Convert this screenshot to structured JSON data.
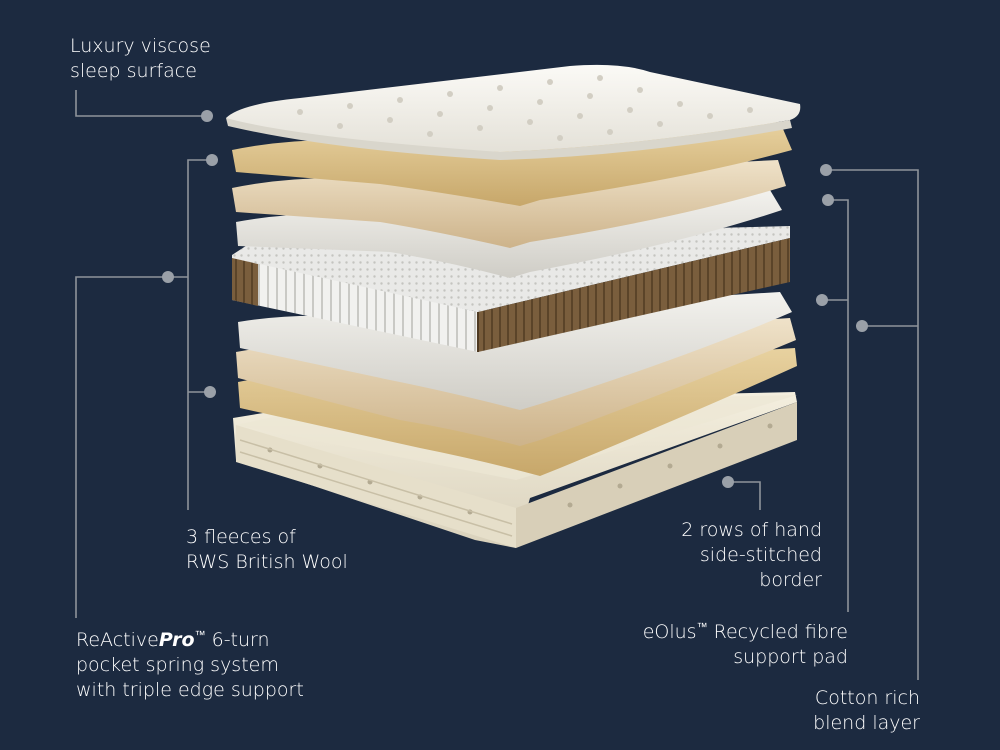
{
  "colors": {
    "background": "#1c2a40",
    "text": "#ffffff",
    "leader_line": "#8e939b",
    "dot": "#9aa0a8"
  },
  "labels": {
    "viscose": {
      "line1": "Luxury viscose",
      "line2": "sleep surface"
    },
    "wool": {
      "line1": "3 fleeces of",
      "line2": "RWS British Wool"
    },
    "spring": {
      "brand": "ReActive",
      "brand_pro": "Pro",
      "tm": "™",
      "line1_rest": " 6-turn",
      "line2": "pocket spring system",
      "line3": "with triple edge support"
    },
    "border": {
      "line1": "2 rows of hand",
      "line2": "side-stitched",
      "line3": "border"
    },
    "eolus": {
      "brand": "eOlus",
      "tm": "™",
      "line1_rest": " Recycled fibre",
      "line2": "support pad"
    },
    "cotton": {
      "line1": "Cotton rich",
      "line2": "blend layer"
    }
  }
}
